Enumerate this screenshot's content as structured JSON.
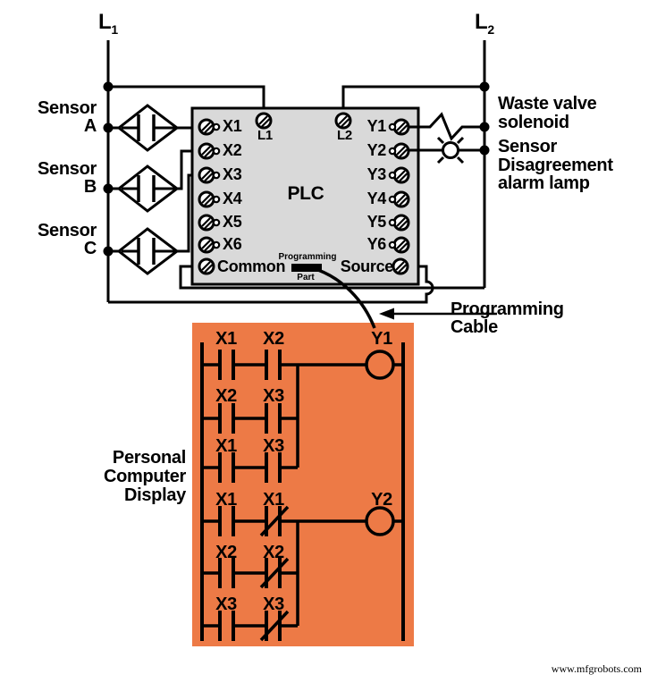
{
  "colors": {
    "orange": "#ED7A46",
    "plc_gray": "#D9D9D9",
    "line": "#000000"
  },
  "power": {
    "l1": {
      "label": "L",
      "sub": "1"
    },
    "l2": {
      "label": "L",
      "sub": "2"
    }
  },
  "sensors": [
    {
      "name": "Sensor",
      "id": "A"
    },
    {
      "name": "Sensor",
      "id": "B"
    },
    {
      "name": "Sensor",
      "id": "C"
    }
  ],
  "plc": {
    "title": "PLC",
    "top_terminals": [
      "L1",
      "L2"
    ],
    "inputs": [
      "X1",
      "X2",
      "X3",
      "X4",
      "X5",
      "X6"
    ],
    "outputs": [
      "Y1",
      "Y2",
      "Y3",
      "Y4",
      "Y5",
      "Y6"
    ],
    "bottom_left": "Common",
    "bottom_right": "Source",
    "port_label_top": "Programming",
    "port_label_bottom": "Part"
  },
  "annotations": {
    "waste_valve_line1": "Waste valve",
    "waste_valve_line2": "solenoid",
    "alarm_line1": "Sensor",
    "alarm_line2": "Disagreement",
    "alarm_line3": "alarm lamp",
    "cable_line1": "Programming",
    "cable_line2": "Cable",
    "display_line1": "Personal",
    "display_line2": "Computer",
    "display_line3": "Display"
  },
  "ladder": {
    "rungs": [
      {
        "contacts": [
          {
            "label": "X1",
            "type": "NO"
          },
          {
            "label": "X2",
            "type": "NO"
          }
        ],
        "coil": "Y1",
        "branches": [
          [
            {
              "label": "X2",
              "type": "NO"
            },
            {
              "label": "X3",
              "type": "NO"
            }
          ],
          [
            {
              "label": "X1",
              "type": "NO"
            },
            {
              "label": "X3",
              "type": "NO"
            }
          ]
        ]
      },
      {
        "contacts": [
          {
            "label": "X1",
            "type": "NO"
          },
          {
            "label": "X1",
            "type": "NC"
          }
        ],
        "coil": "Y2",
        "branches": [
          [
            {
              "label": "X2",
              "type": "NO"
            },
            {
              "label": "X2",
              "type": "NC"
            }
          ],
          [
            {
              "label": "X3",
              "type": "NO"
            },
            {
              "label": "X3",
              "type": "NC"
            }
          ]
        ]
      }
    ]
  },
  "watermark": "www.mfgrobots.com"
}
